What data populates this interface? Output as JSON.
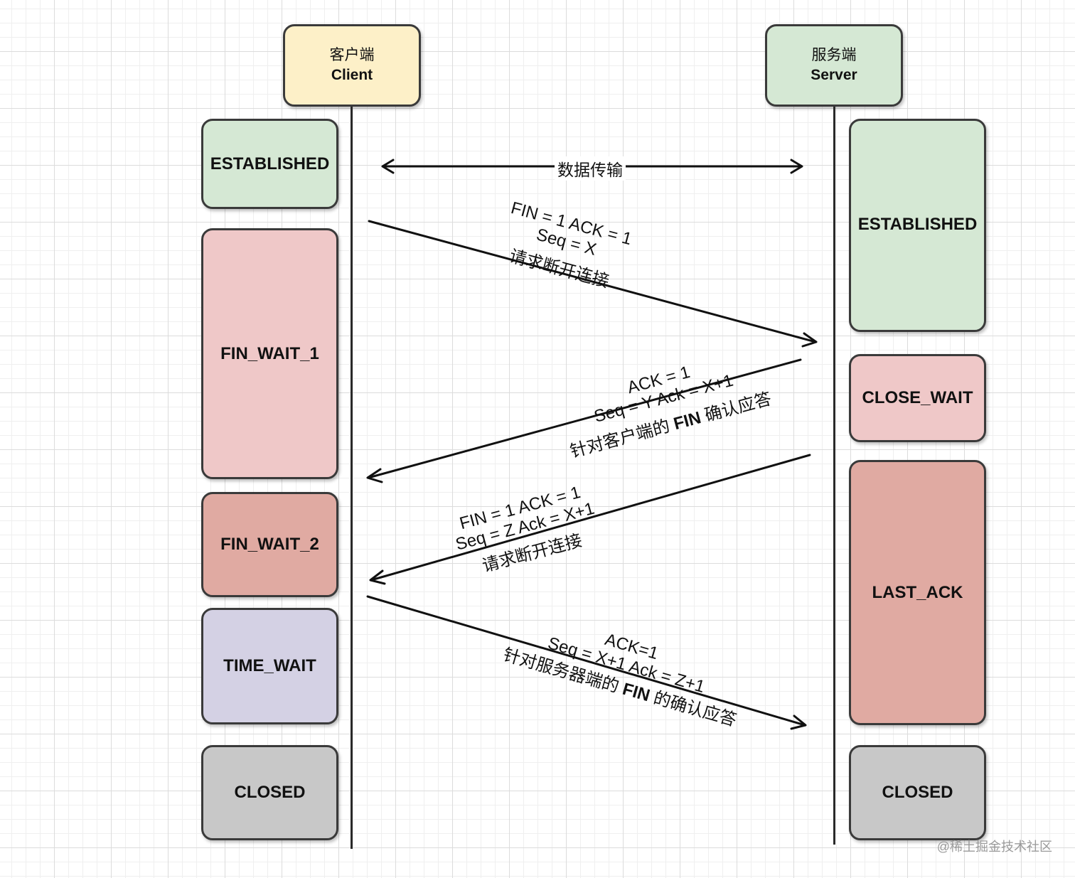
{
  "client": {
    "name_cn": "客户端",
    "name_en": "Client"
  },
  "server": {
    "name_cn": "服务端",
    "name_en": "Server"
  },
  "client_states": [
    "ESTABLISHED",
    "FIN_WAIT_1",
    "FIN_WAIT_2",
    "TIME_WAIT",
    "CLOSED"
  ],
  "server_states": [
    "ESTABLISHED",
    "CLOSE_WAIT",
    "LAST_ACK",
    "CLOSED"
  ],
  "data_transfer": "数据传输",
  "messages": [
    {
      "line1": "FIN = 1 ACK = 1",
      "line2": "Seq = X",
      "line3": "请求断开连接"
    },
    {
      "line1": "ACK = 1",
      "line2": "Seq = Y Ack = X+1",
      "line3_prefix": "针对客户端的",
      "line3_bold": "FIN",
      "line3_suffix": "确认应答"
    },
    {
      "line1": "FIN = 1 ACK = 1",
      "line2": "Seq = Z Ack = X+1",
      "line3": "请求断开连接"
    },
    {
      "line1": "ACK=1",
      "line2": "Seq = X+1 Ack = Z+1",
      "line3_prefix": "针对服务器端的",
      "line3_bold": "FIN",
      "line3_suffix": "的确认应答"
    }
  ],
  "colors": {
    "actor_client": "#fdf0c8",
    "actor_server": "#d5e8d4",
    "established": "#d5e8d4",
    "fin_wait_1": "#efc8c8",
    "close_wait": "#efc8c8",
    "fin_wait_2": "#e0aaa2",
    "last_ack": "#e0aaa2",
    "time_wait": "#d4d1e4",
    "closed": "#c8c8c8"
  },
  "watermark": "@稀土掘金技术社区"
}
